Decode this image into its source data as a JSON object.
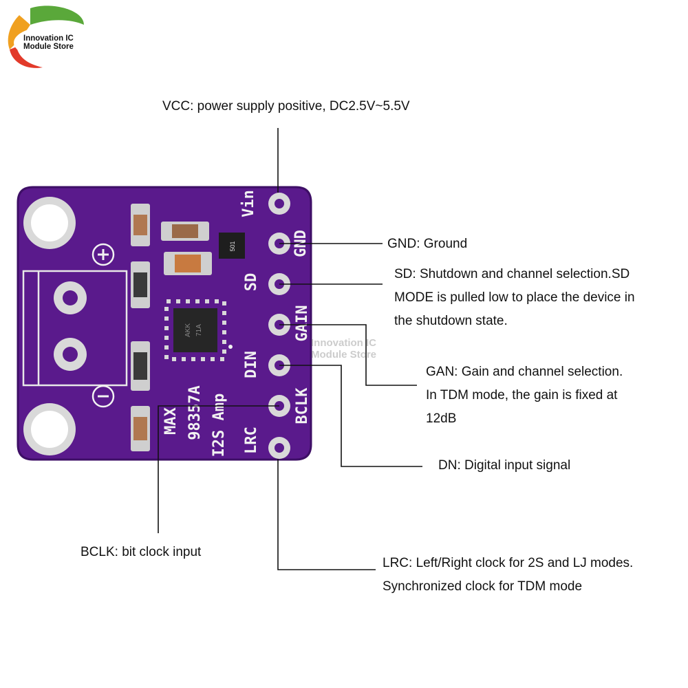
{
  "brand": {
    "line1": "Innovation IC",
    "line2": "Module Store"
  },
  "board": {
    "pins": [
      "Vin",
      "GND",
      "SD",
      "GAIN",
      "DIN",
      "BCLK",
      "LRC"
    ],
    "silkscreen": [
      "MAX",
      "98357A",
      "I2S Amp"
    ],
    "chip_marking": [
      "AKK",
      "71A"
    ],
    "resistor_code": "501",
    "plus": "+",
    "minus": "−"
  },
  "callouts": {
    "vcc": "VCC: power supply positive, DC2.5V~5.5V",
    "gnd": "GND: Ground",
    "sd": [
      "SD: Shutdown and channel selection.SD",
      "MODE is pulled low to place the device in",
      "the shutdown state."
    ],
    "gain": [
      "GAN: Gain and channel selection.",
      "In TDM mode, the gain is fixed at",
      "12dB"
    ],
    "din": "DN: Digital input signal",
    "bclk": "BCLK: bit clock input",
    "lrc": [
      "LRC: Left/Right clock for 2S and LJ modes.",
      "Synchronized clock for TDM mode"
    ]
  },
  "colors": {
    "pcb": "#5a1a8c",
    "pcb_edge": "#3e0f66",
    "silkscreen": "#f2f2f2",
    "pad": "#d9d9d9",
    "leader_line": "#111111"
  }
}
